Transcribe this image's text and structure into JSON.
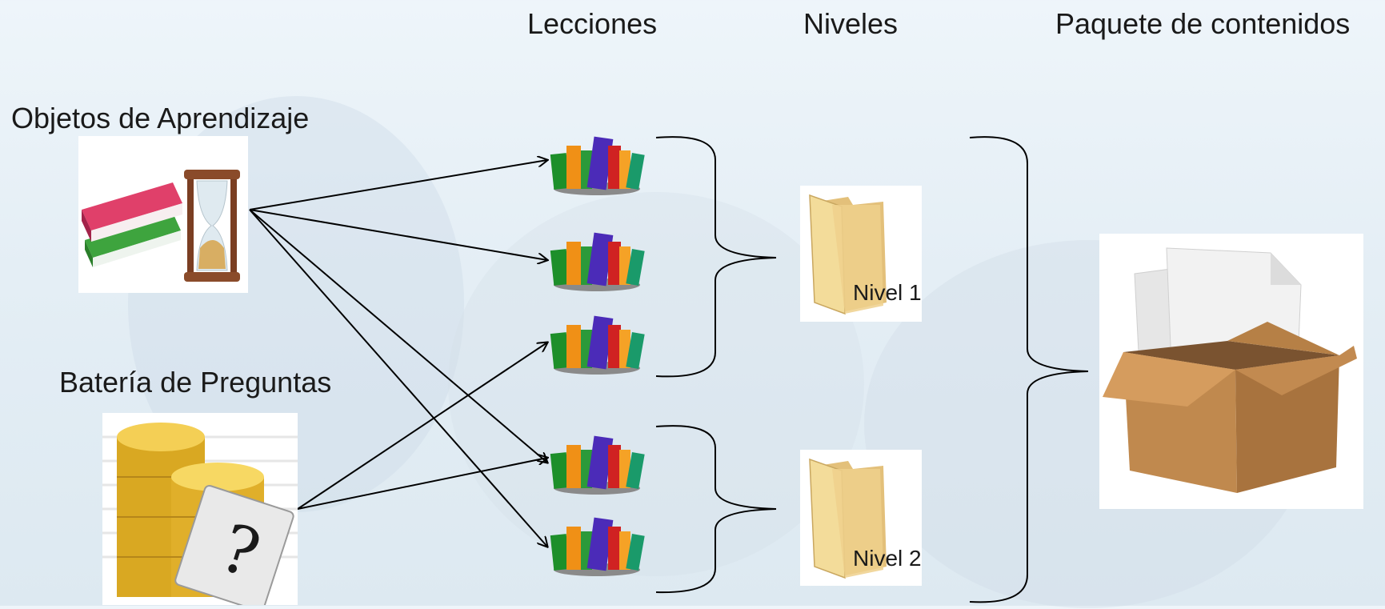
{
  "headers": {
    "lecciones": "Lecciones",
    "niveles": "Niveles",
    "paquete": "Paquete de contenidos"
  },
  "sources": {
    "objetos": "Objetos de Aprendizaje",
    "bateria": "Batería de Preguntas"
  },
  "levels": {
    "nivel1": "Nivel 1",
    "nivel2": "Nivel 2"
  },
  "icons": {
    "objetos": "books-hourglass-icon",
    "bateria": "coin-stack-question-icon",
    "leccion": "books-icon",
    "nivel": "folder-icon",
    "paquete": "open-box-icon"
  },
  "colors": {
    "line": "#000000",
    "folder": "#f0d48c",
    "box": "#c8955c",
    "coin": "#e4b530"
  }
}
